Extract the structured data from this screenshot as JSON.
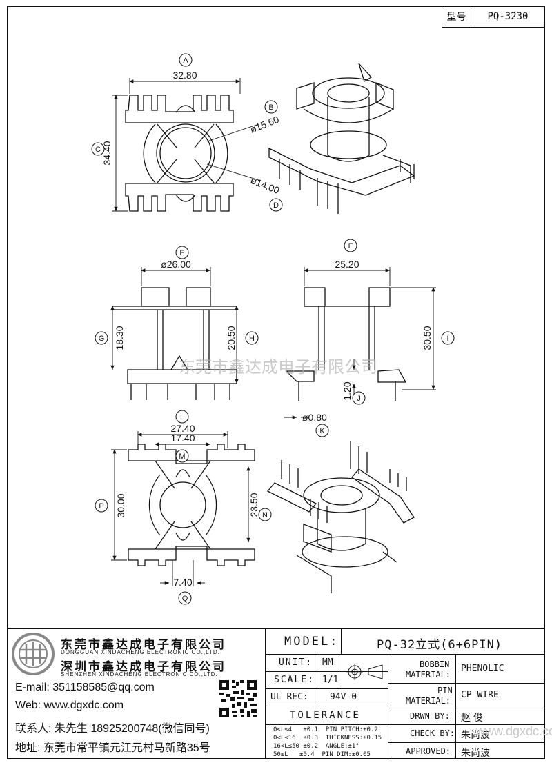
{
  "title_block": {
    "type_label": "型号",
    "type_value": "PQ-3230",
    "model_label": "MODEL:",
    "model_value": "PQ-32立式(6+6PIN)",
    "unit_label": "UNIT:",
    "unit_value": "MM",
    "scale_label": "SCALE:",
    "scale_value": "1/1",
    "ulrec_label": "UL REC:",
    "ulrec_value": "94V-0",
    "tolerance_label": "TOLERANCE",
    "bobbin_label_1": "BOBBIN",
    "bobbin_label_2": "MATERIAL:",
    "bobbin_value": "PHENOLIC",
    "pin_label_1": "PIN",
    "pin_label_2": "MATERIAL:",
    "pin_value": "CP WIRE",
    "drawn_label": "DRWN BY:",
    "drawn_value": "赵  俊",
    "check_label": "CHECK BY:",
    "check_value": "朱尚波",
    "approved_label": "APPROVED:",
    "approved_value": "朱尚波",
    "tol_rows": [
      [
        "0<L≤4",
        "±0.1",
        "PIN PITCH:±0.2"
      ],
      [
        "0<L≤16",
        "±0.3",
        "THICKNESS:±0.15"
      ],
      [
        "16<L≤50",
        "±0.2",
        "ANGLE:±1°"
      ],
      [
        "50≤L",
        "±0.4",
        "PIN DIM:±0.05"
      ]
    ]
  },
  "company": {
    "name_1": "东莞市鑫达成电子有限公司",
    "name_1_en": "DONGGUAN XINDACHENG ELECTRONIC CO.,LTD.",
    "name_2": "深圳市鑫达成电子有限公司",
    "name_2_en": "SHENZHEN XINDACHENG ELECTRONIC CO.,LTD.",
    "email": "E-mail: 351158585@qq.com",
    "web": "Web: www.dgxdc.com",
    "contact": "联系人: 朱先生 18925200748(微信同号)",
    "address": "地址: 东莞市常平镇元江元村马新路35号"
  },
  "watermark": "东莞市鑫达成电子有限公司",
  "watermark_2": "www.dgxdc.com",
  "dims": {
    "A": "32.80",
    "B": "ø15.60",
    "C": "34.40",
    "D": "ø14.00",
    "E": "ø26.00",
    "F": "25.20",
    "G": "18.30",
    "H": "20.50",
    "I": "30.50",
    "J": "1.20",
    "K": "ø0.80",
    "L": "27.40",
    "M": "17.40",
    "N": "23.50",
    "P": "30.00",
    "Q": "7.40"
  },
  "callouts": [
    "A",
    "B",
    "C",
    "D",
    "E",
    "F",
    "G",
    "H",
    "I",
    "J",
    "K",
    "L",
    "M",
    "N",
    "P",
    "Q"
  ]
}
